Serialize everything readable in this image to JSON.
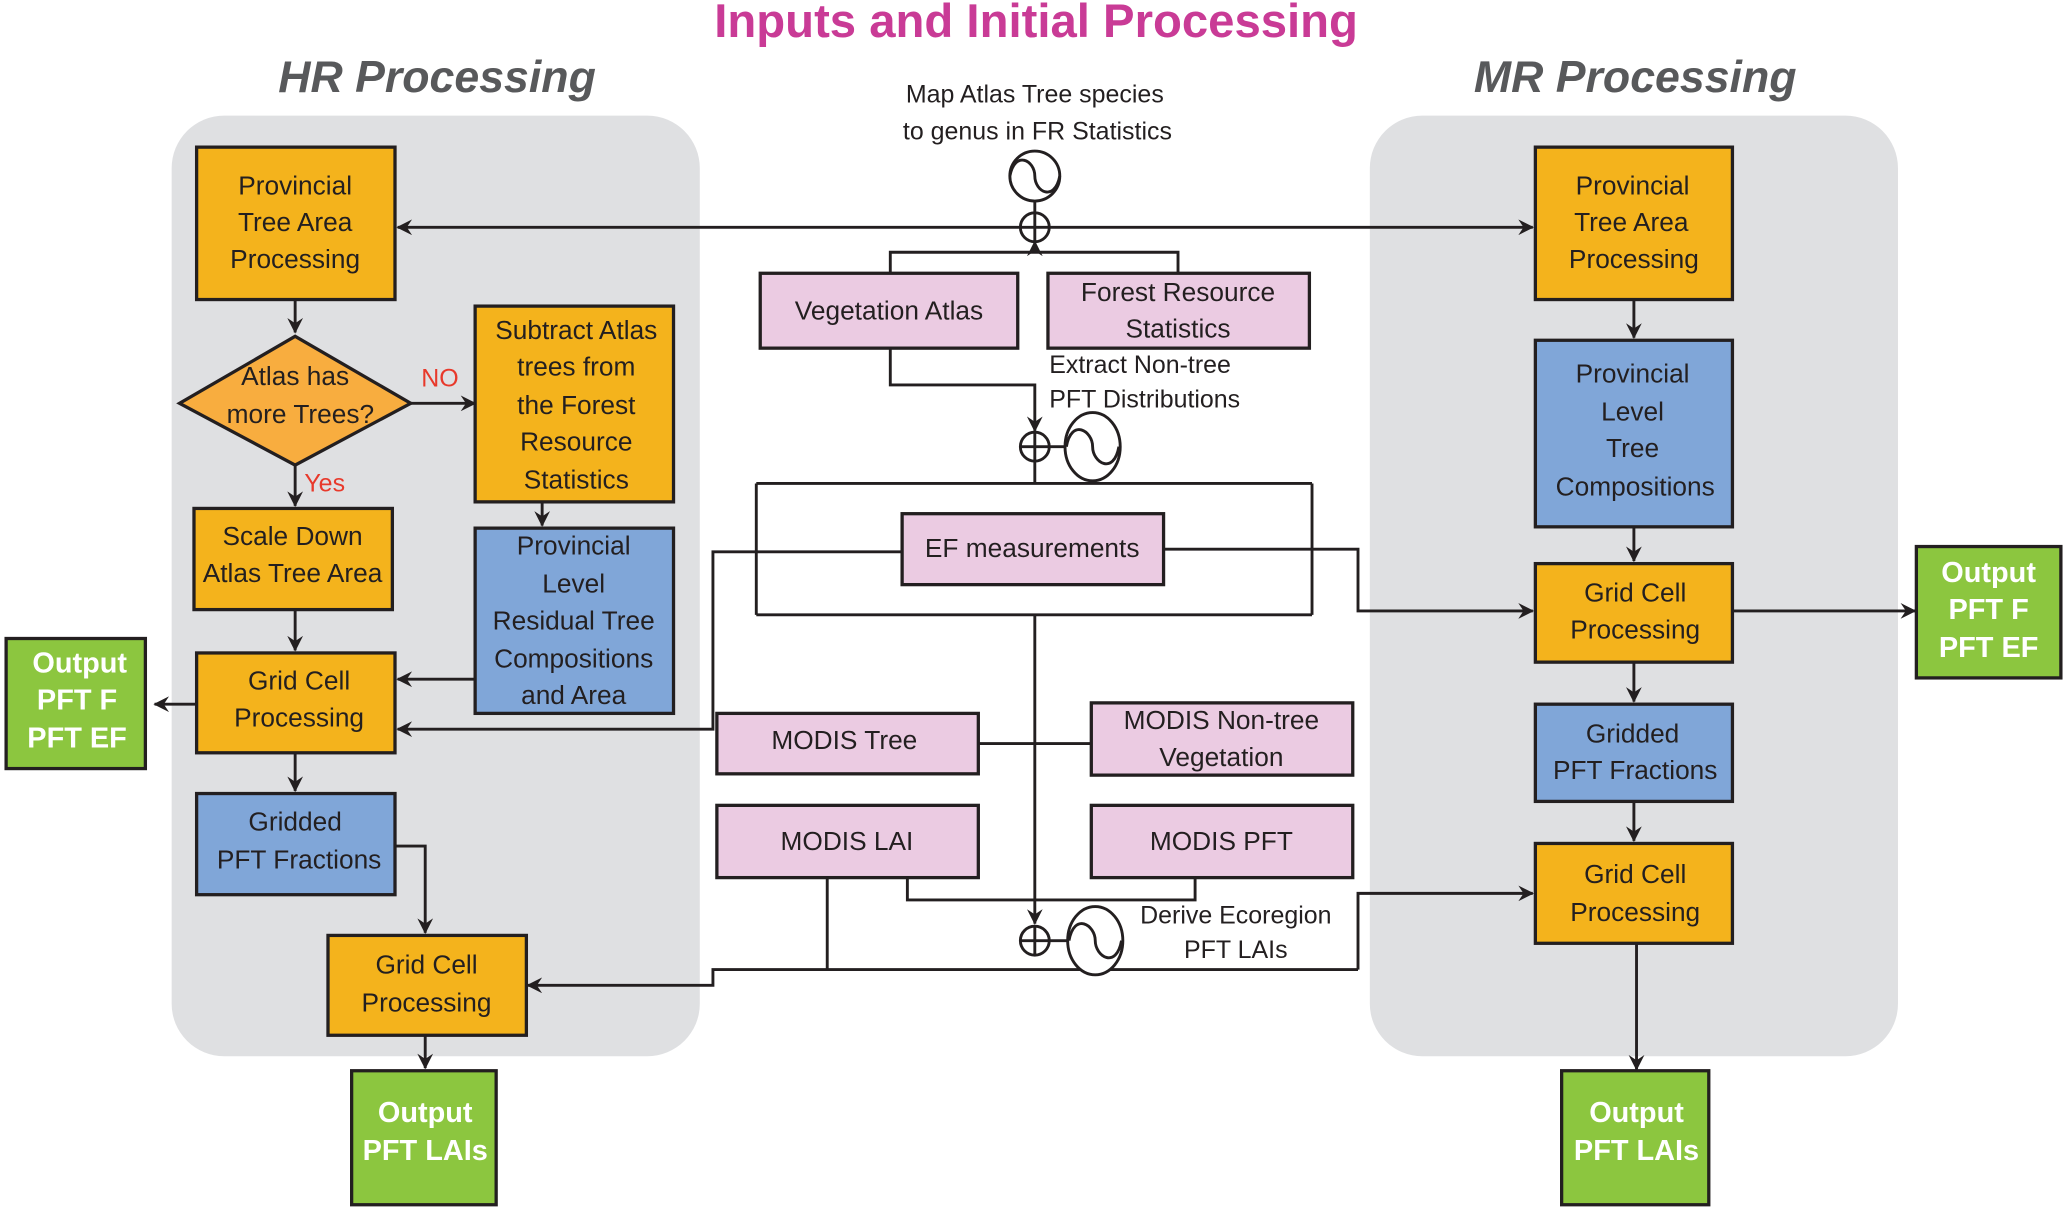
{
  "title": "Inputs and Initial Processing",
  "sections": {
    "hr": "HR Processing",
    "mr": "MR Processing"
  },
  "colors": {
    "title": "#c93b96",
    "process": "#f4b31c",
    "decision": "#f8ad3f",
    "data": "#80a6d8",
    "input": "#ebcbe2",
    "output": "#8cc63f",
    "panel": "#dfe0e2",
    "branch_label": "#e8392b"
  },
  "center": {
    "map_note": [
      "Map Atlas Tree species",
      "to  genus in FR Statistics"
    ],
    "vegetation_atlas": [
      "Vegetation Atlas"
    ],
    "forest_resource_statistics": [
      "Forest Resource",
      "Statistics"
    ],
    "extract_note": [
      "Extract Non-tree",
      "PFT Distributions"
    ],
    "ef_measurements": [
      "EF measurements"
    ],
    "modis_tree": [
      "MODIS Tree"
    ],
    "modis_nontree": [
      "MODIS Non-tree",
      "Vegetation"
    ],
    "modis_lai": [
      "MODIS LAI"
    ],
    "modis_pft": [
      "MODIS PFT"
    ],
    "derive_note": [
      "Derive Ecoregion",
      "PFT LAIs"
    ]
  },
  "hr": {
    "provincial_tree_area": [
      "Provincial",
      "Tree Area",
      "Processing"
    ],
    "decision": [
      "Atlas has",
      "more Trees?"
    ],
    "no_label": "NO",
    "yes_label": "Yes",
    "subtract": [
      "Subtract Atlas",
      "trees from",
      "the Forest",
      "Resource",
      "Statistics"
    ],
    "scale_down": [
      "Scale Down",
      "Atlas Tree Area"
    ],
    "residual": [
      "Provincial",
      "Level",
      "Residual Tree",
      "Compositions",
      "and Area"
    ],
    "grid_cell_1": [
      "Grid Cell",
      "Processing"
    ],
    "gridded_fractions": [
      "Gridded",
      "PFT Fractions"
    ],
    "grid_cell_2": [
      "Grid Cell",
      "Processing"
    ],
    "output_f_ef": [
      "Output",
      "PFT F",
      "PFT EF"
    ],
    "output_lai": [
      "Output",
      "PFT LAIs"
    ]
  },
  "mr": {
    "provincial_tree_area": [
      "Provincial",
      "Tree Area",
      "Processing"
    ],
    "tree_compositions": [
      "Provincial",
      "Level",
      "Tree",
      "Compositions"
    ],
    "grid_cell_1": [
      "Grid Cell",
      "Processing"
    ],
    "gridded_fractions": [
      "Gridded",
      "PFT Fractions"
    ],
    "grid_cell_2": [
      "Grid Cell",
      "Processing"
    ],
    "output_f_ef": [
      "Output",
      "PFT F",
      "PFT EF"
    ],
    "output_lai": [
      "Output",
      "PFT LAIs"
    ]
  }
}
